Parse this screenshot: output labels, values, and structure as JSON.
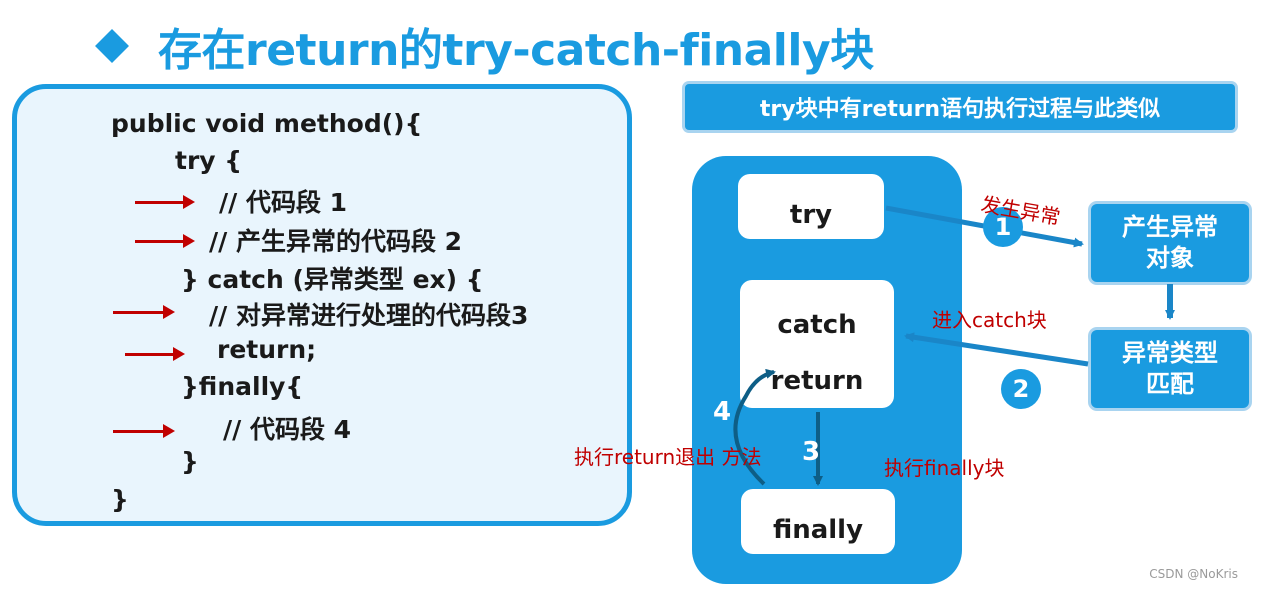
{
  "title": "存在return的try-catch-finally块",
  "code": [
    "public void method(){",
    "try {",
    "// 代码段 1",
    "// 产生异常的代码段 2",
    "} catch (异常类型 ex) {",
    "// 对异常进行处理的代码段3",
    "return;",
    "}finally{",
    "// 代码段 4",
    "}",
    "}"
  ],
  "banner": "try块中有return语句执行过程与此类似",
  "flow": {
    "try_label": "try",
    "catch_label": "catch",
    "return_label": "return",
    "finally_label": "finally",
    "exception_object": [
      "产生异常",
      "对象"
    ],
    "type_match": [
      "异常类型",
      "匹配"
    ],
    "step_1": "1",
    "step_2": "2",
    "step_3": "3",
    "step_4": "4",
    "label_throw": "发生异常",
    "label_enter_catch": "进入catch块",
    "label_exit": "执行return退出 方法",
    "label_finally": "执行finally块"
  },
  "colors": {
    "accent": "#1a9be0",
    "arrow_red": "#c00000"
  },
  "watermark": "CSDN @NoKris"
}
